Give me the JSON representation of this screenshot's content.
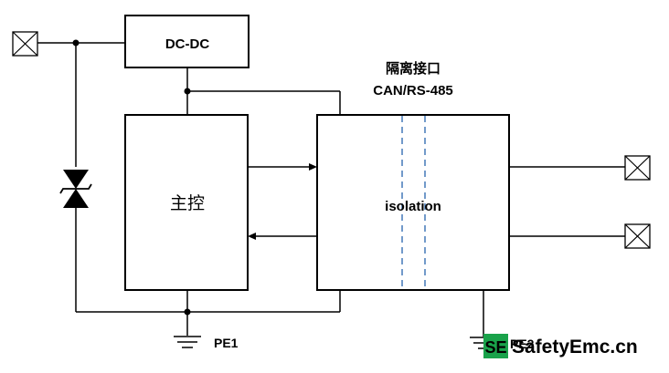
{
  "blocks": {
    "dcdc": "DC-DC",
    "main_controller": "主控",
    "isolation": "isolation"
  },
  "interface": {
    "title": "隔离接口",
    "protocol": "CAN/RS-485"
  },
  "grounds": {
    "pe1": "PE1",
    "pe2": "PE2"
  },
  "watermark": {
    "logo": "SE",
    "site": "SafetyEmc.cn",
    "logo_color": "#19a24a",
    "text_color": "#15a14a"
  },
  "colors": {
    "isolation_barrier": "#4f81bd",
    "line": "#000000"
  }
}
